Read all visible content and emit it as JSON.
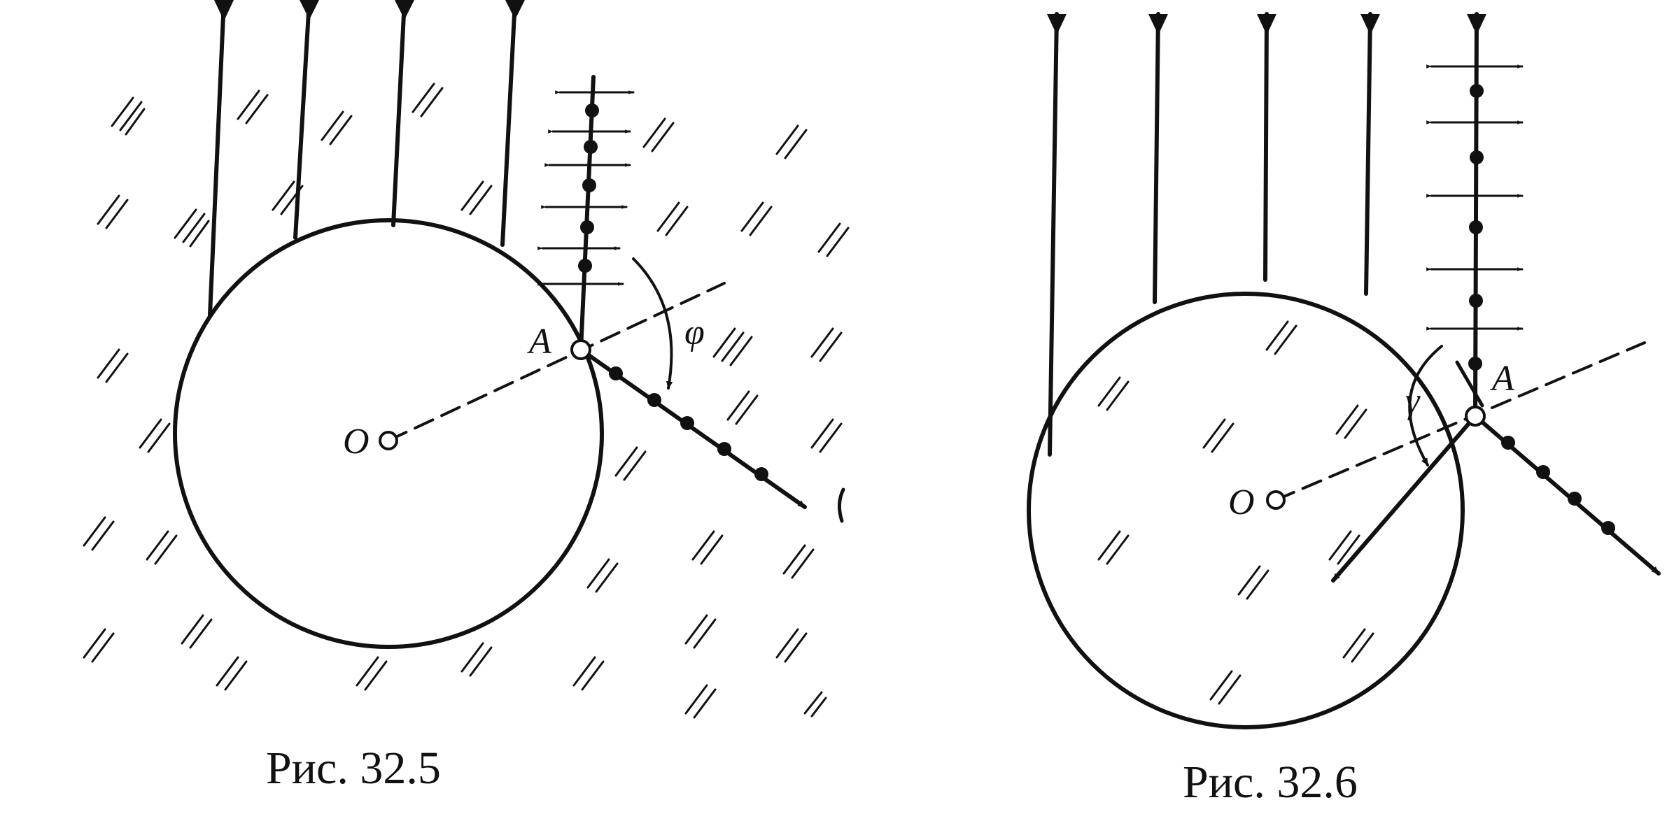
{
  "figures": [
    {
      "caption": "Рис. 32.5",
      "point_center": "O",
      "point_contact": "A",
      "angle_label": "φ"
    },
    {
      "caption": "Рис. 32.6",
      "point_center": "O",
      "point_contact": "A",
      "angle_label": "γ"
    }
  ],
  "colors": {
    "ink": "#111111",
    "background": "#ffffff"
  }
}
